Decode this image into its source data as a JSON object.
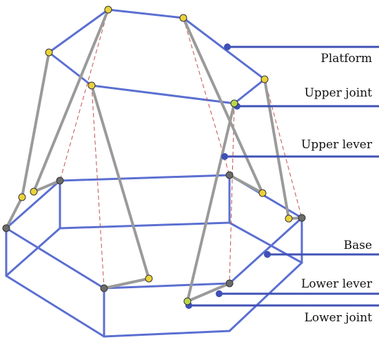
{
  "labels": {
    "platform": "Platform",
    "upper_joint": "Upper joint",
    "upper_lever": "Upper lever",
    "base": "Base",
    "lower_lever": "Lower lever",
    "lower_joint": "Lower joint"
  },
  "colors": {
    "frame": "#5b6fd1",
    "leg": "#9a9a9a",
    "dashed": "#c0504d",
    "leader": "#3f51b5",
    "upper_joint": "#e9d23a",
    "lower_joint": "#b9d84a",
    "base_joint": "#6b6b6b"
  }
}
